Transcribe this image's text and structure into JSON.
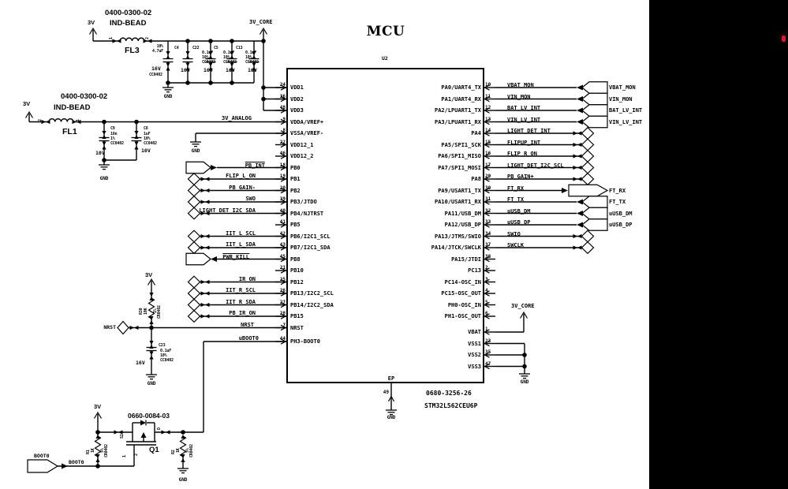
{
  "schematic": {
    "mcu": {
      "title": "MCU",
      "refdes": "U2",
      "ordering_pn": "0680-3256-26",
      "mfr_pn": "STM32L562CEU6P",
      "ep_pin": {
        "name": "EP",
        "num": "49"
      },
      "left_pins": [
        {
          "num": "24",
          "name": "VDD1"
        },
        {
          "num": "36",
          "name": "VDD2"
        },
        {
          "num": "48",
          "name": "VDD3"
        },
        {
          "num": "9",
          "name": "VDDA/VREF+"
        },
        {
          "num": "8",
          "name": "VSSA/VREF-"
        },
        {
          "num": "22",
          "name": "VDD12_1"
        },
        {
          "num": "46",
          "name": "VDD12_2"
        },
        {
          "num": "18",
          "name": "PB0",
          "signal": "PB_INT"
        },
        {
          "num": "19",
          "name": "PB1",
          "signal": "FLIP_L_ON"
        },
        {
          "num": "20",
          "name": "PB2",
          "signal": "PB_GAIN-"
        },
        {
          "num": "39",
          "name": "PB3/JTDO",
          "signal": "SWO"
        },
        {
          "num": "40",
          "name": "PB4/NJTRST",
          "signal": "LIGHT_DET_I2C_SDA"
        },
        {
          "num": "41",
          "name": "PB5"
        },
        {
          "num": "42",
          "name": "PB6/I2C1_SCL",
          "signal": "IIT_L_SCL"
        },
        {
          "num": "43",
          "name": "PB7/I2C1_SDA",
          "signal": "IIT_L_SDA"
        },
        {
          "num": "45",
          "name": "PB8",
          "signal": "PWR_KILL"
        },
        {
          "num": "21",
          "name": "PB10"
        },
        {
          "num": "25",
          "name": "PB12",
          "signal": "IR_ON"
        },
        {
          "num": "26",
          "name": "PB13/I2C2_SCL",
          "signal": "IIT_R_SCL"
        },
        {
          "num": "27",
          "name": "PB14/I2C2_SDA",
          "signal": "IIT_R_SDA"
        },
        {
          "num": "28",
          "name": "PB15",
          "signal": "PB_IR_ON"
        },
        {
          "num": "7",
          "name": "NRST",
          "signal": "NRST"
        },
        {
          "num": "44",
          "name": "PH3-BOOT0",
          "signal": "uBOOT0"
        }
      ],
      "right_pins": [
        {
          "num": "10",
          "name": "PA0/UART4_TX",
          "signal": "VBAT_MON",
          "port": "VBAT_MON"
        },
        {
          "num": "11",
          "name": "PA1/UART4_RX",
          "signal": "VIN_MON",
          "port": "VIN_MON"
        },
        {
          "num": "12",
          "name": "PA2/LPUART1_TX",
          "signal": "BAT_LV_INT",
          "port": "BAT_LV_INT"
        },
        {
          "num": "13",
          "name": "PA3/LPUART1_RX",
          "signal": "VIN_LV_INT",
          "port": "VIN_LV_INT"
        },
        {
          "num": "14",
          "name": "PA4",
          "signal": "LIGHT_DET_INT"
        },
        {
          "num": "15",
          "name": "PA5/SPI1_SCK",
          "signal": "FLIPUP_INT"
        },
        {
          "num": "16",
          "name": "PA6/SPI1_MISO",
          "signal": "FLIP_R_ON"
        },
        {
          "num": "17",
          "name": "PA7/SPI1_MOSI",
          "signal": "LIGHT_DET_I2C_SCL"
        },
        {
          "num": "29",
          "name": "PA8",
          "signal": "PB_GAIN+"
        },
        {
          "num": "30",
          "name": "PA9/USART1_TX",
          "signal": "FT_RX",
          "port": "FT_RX"
        },
        {
          "num": "31",
          "name": "PA10/USART1_RX",
          "signal": "FT_TX",
          "port": "FT_TX"
        },
        {
          "num": "32",
          "name": "PA11/USB_DM",
          "signal": "uUSB_DM",
          "port": "uUSB_DM"
        },
        {
          "num": "33",
          "name": "PA12/USB_DP",
          "signal": "uUSB_DP",
          "port": "uUSB_DP"
        },
        {
          "num": "34",
          "name": "PA13/JTMS/SWIO",
          "signal": "SWIO"
        },
        {
          "num": "37",
          "name": "PA14/JTCK/SWCLK",
          "signal": "SWCLK"
        },
        {
          "num": "38",
          "name": "PA15/JTDI"
        },
        {
          "num": "2",
          "name": "PC13"
        },
        {
          "num": "3",
          "name": "PC14-OSC_IN"
        },
        {
          "num": "4",
          "name": "PC15-OSC_OUT"
        },
        {
          "num": "5",
          "name": "PH0-OSC_IN"
        },
        {
          "num": "6",
          "name": "PH1-OSC_OUT"
        },
        {
          "num": "1",
          "name": "VBAT"
        },
        {
          "num": "23",
          "name": "VSS1"
        },
        {
          "num": "35",
          "name": "VSS2"
        },
        {
          "num": "47",
          "name": "VSS3"
        }
      ]
    },
    "core_filter": {
      "pn": "0400-0300-02",
      "type": "IND-BEAD",
      "ref": "FL3",
      "pin_left": "1",
      "pin_right": "2",
      "rail_in": "3V",
      "rail_out": "3V_CORE",
      "gnd": "GND",
      "caps": [
        {
          "ref": "",
          "value": "4.7uF",
          "tol": "10%",
          "volt": "16V",
          "pkg": "CC0402"
        },
        {
          "ref": "C4",
          "value": "",
          "tol": "",
          "volt": "16V",
          "pkg": ""
        },
        {
          "ref": "C22",
          "value": "0.1uF",
          "tol": "10%",
          "volt": "16V",
          "pkg": "CC0402"
        },
        {
          "ref": "C5",
          "value": "0.1uF",
          "tol": "10%",
          "volt": "16V",
          "pkg": "CC0402"
        },
        {
          "ref": "C13",
          "value": "0.1uF",
          "tol": "10%",
          "volt": "16V",
          "pkg": "CC0402"
        }
      ]
    },
    "analog_filter": {
      "pn": "0400-0300-02",
      "type": "IND-BEAD",
      "ref": "FL1",
      "pin_left": "2",
      "pin_right": "1",
      "rail_in": "3V",
      "net": "3V_ANALOG",
      "gnd": "GND",
      "caps": [
        {
          "ref": "C9",
          "value": "10n",
          "tol": "1%",
          "volt": "10V",
          "pkg": "CC0402"
        },
        {
          "ref": "C8",
          "value": "1uF",
          "tol": "10%",
          "volt": "10V",
          "pkg": "CC0402"
        }
      ]
    },
    "vssa_gnd": "GND",
    "nrst_net": {
      "rail": "3V",
      "port": "NRST",
      "gnd": "GND",
      "res": {
        "ref": "R38",
        "value": "10K",
        "tol": "1%",
        "pkg": "CR0402"
      },
      "cap": {
        "ref": "C23",
        "value": "0.1uF",
        "tol": "10%",
        "volt": "16V",
        "pkg": "CC0402"
      }
    },
    "boot_net": {
      "rail": "3V",
      "pn": "0660-0084-03",
      "fet_ref": "Q1",
      "pins": {
        "s": "S2",
        "d": "D",
        "g1": "1",
        "g2": "2"
      },
      "r_pullup": {
        "ref": "R1",
        "value": "1K",
        "tol": "5%",
        "pkg": "CR0402"
      },
      "r_pulldown": {
        "ref": "R2",
        "value": "1K",
        "tol": "5%",
        "pkg": "CR0402"
      },
      "port": "BOOT0",
      "signal": "BOOT0",
      "gnd": "GND"
    },
    "vbat_rail": "3V_CORE",
    "vss_gnd": "GND",
    "ep_gnd": "GND"
  }
}
